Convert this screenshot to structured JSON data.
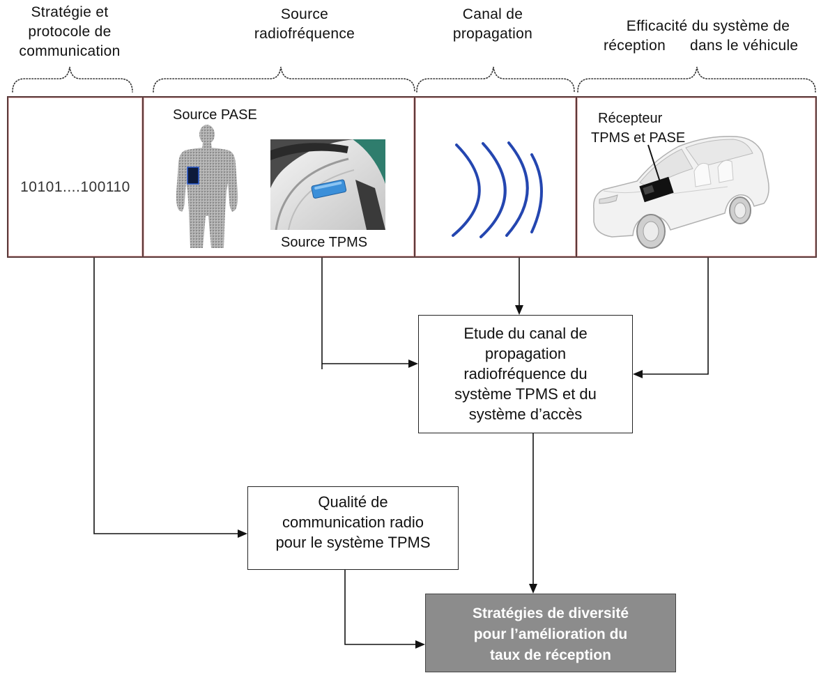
{
  "headers": {
    "strategy": [
      "Stratégie et",
      "protocole de",
      "communication"
    ],
    "source": [
      "Source",
      "radiofréquence"
    ],
    "channel": [
      "Canal de",
      "propagation"
    ],
    "efficiency": [
      "Efficacité du système de",
      "réception",
      "dans le véhicule"
    ]
  },
  "panels": {
    "protocol": {
      "binary": "10101....100110"
    },
    "rf_source": {
      "pase_label": "Source PASE",
      "tpms_label": "Source TPMS",
      "pase_icon": "person-figure-icon",
      "tpms_icon": "tire-sensor-icon"
    },
    "channel": {
      "icon": "radio-waves-icon"
    },
    "reception": {
      "label": [
        "Récepteur",
        "TPMS et PASE"
      ],
      "icon": "car-receiver-icon"
    }
  },
  "boxes": {
    "channel_study": [
      "Etude du canal de",
      "propagation",
      "radiofréquence du",
      "système TPMS et du",
      "système d’accès"
    ],
    "radio_quality": [
      "Qualité de",
      "communication radio",
      "pour le système TPMS"
    ],
    "diversity": [
      "Stratégies de diversité",
      "pour l’amélioration du",
      "taux de réception"
    ]
  },
  "colors": {
    "wave": "#2446b0",
    "diversity_fill": "#8c8c8c",
    "diversity_text": "#ffffff",
    "sensor_blue": "#3b8fd9"
  }
}
